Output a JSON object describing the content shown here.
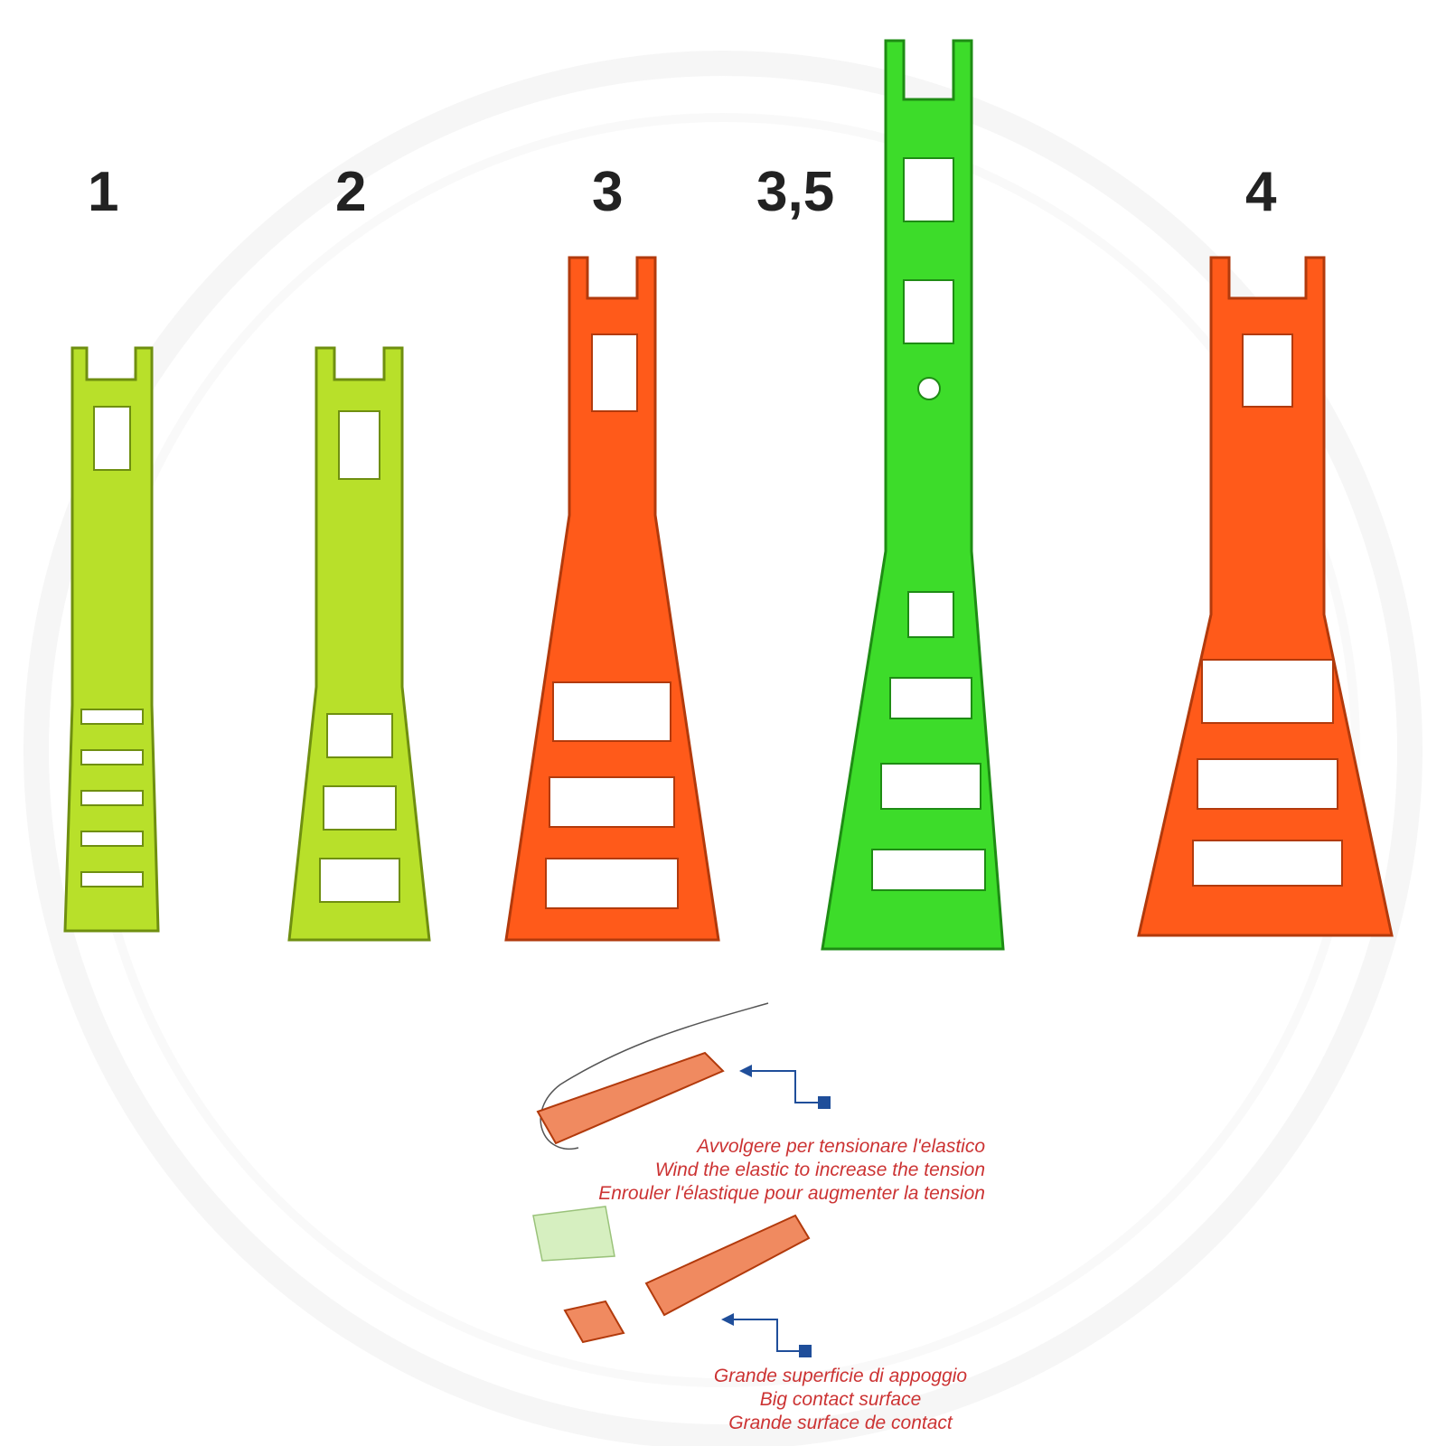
{
  "colors": {
    "yellow_green": "#b8e02a",
    "green": "#3ddc2a",
    "orange": "#ff5a1a",
    "caption_red": "#cc3333",
    "arrow_blue": "#1f4e9a",
    "label_black": "#222222"
  },
  "pieces": [
    {
      "label": "1",
      "color_key": "yellow_green"
    },
    {
      "label": "2",
      "color_key": "yellow_green"
    },
    {
      "label": "3",
      "color_key": "orange"
    },
    {
      "label": "3,5",
      "color_key": "green"
    },
    {
      "label": "4",
      "color_key": "orange"
    }
  ],
  "callouts": [
    {
      "lines": [
        "Avvolgere per tensionare l'elastico",
        "Wind the elastic to increase the tension",
        "Enrouler l'élastique pour augmenter la tension"
      ]
    },
    {
      "lines": [
        "Grande superficie di appoggio",
        "Big contact surface",
        "Grande surface de contact"
      ]
    }
  ]
}
